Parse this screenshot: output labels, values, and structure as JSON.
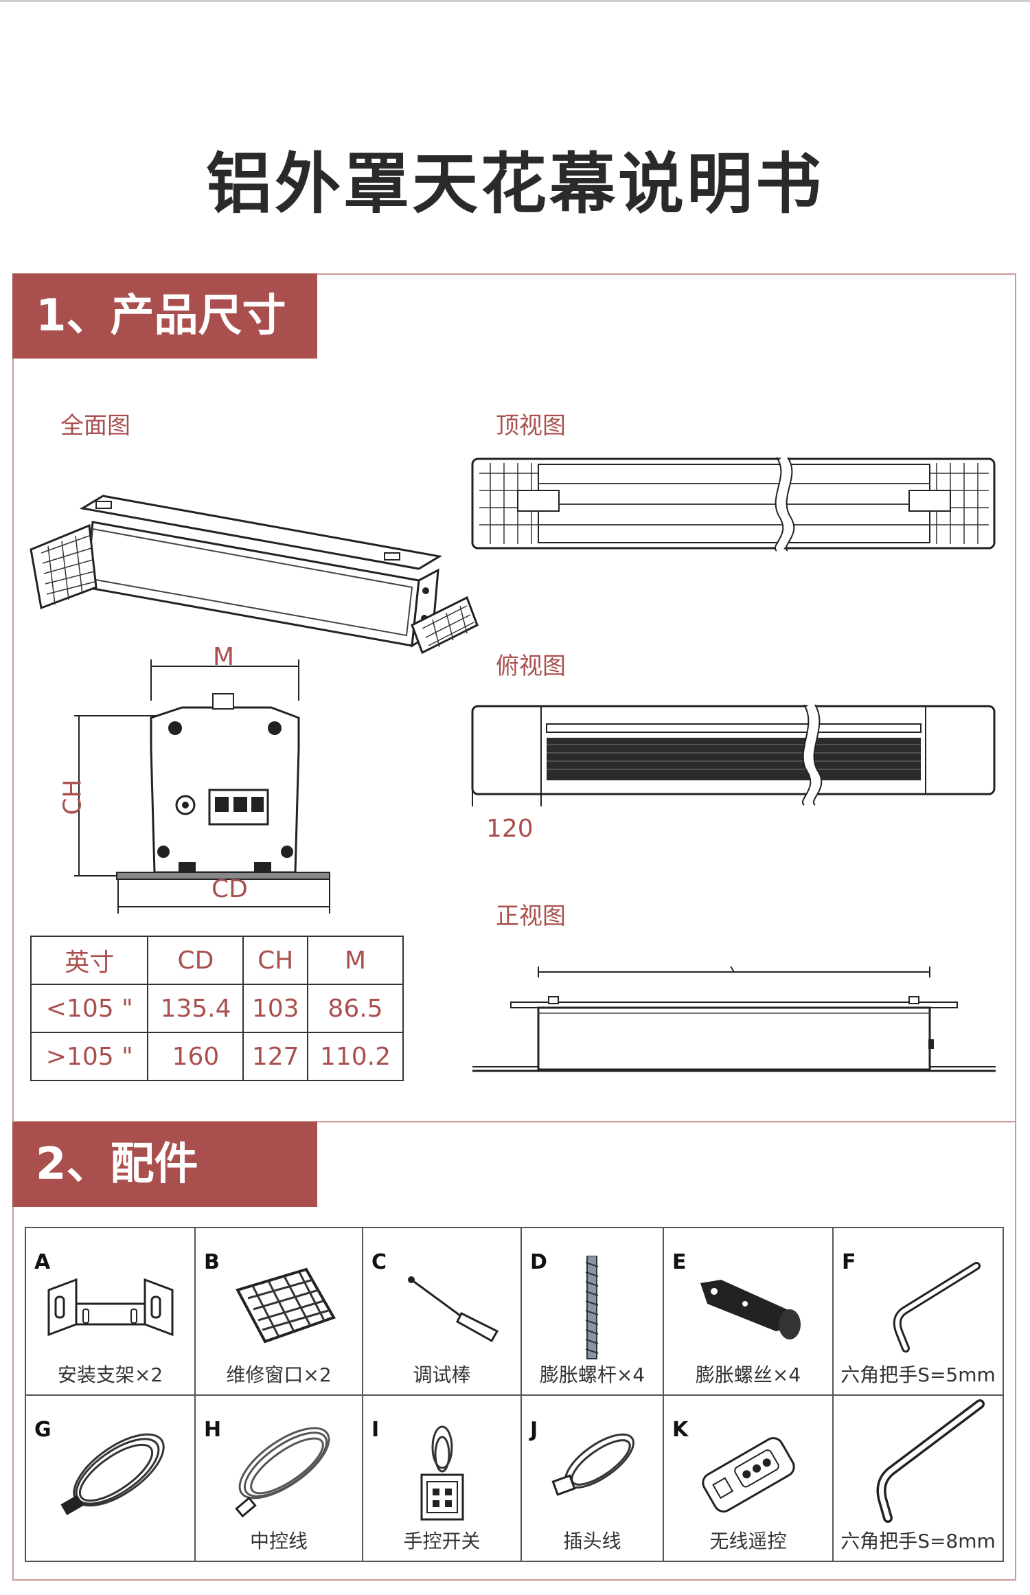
{
  "page": {
    "title": "铝外罩天花幕说明书"
  },
  "section1": {
    "heading": "1、产品尺寸",
    "views": {
      "full": "全面图",
      "top": "顶视图",
      "overhead": "俯视图",
      "front": "正视图"
    },
    "dims": {
      "m": "M",
      "ch": "CH",
      "cd": "CD",
      "width_120": "120"
    },
    "size_table": {
      "headers": [
        "英寸",
        "CD",
        "CH",
        "M"
      ],
      "rows": [
        [
          "<105 \"",
          "135.4",
          "103",
          "86.5"
        ],
        [
          ">105 \"",
          "160",
          "127",
          "110.2"
        ]
      ]
    }
  },
  "section2": {
    "heading": "2、配件",
    "items": [
      {
        "letter": "A",
        "name": "安装支架×2",
        "icon": "bracket-icon"
      },
      {
        "letter": "B",
        "name": "维修窗口×2",
        "icon": "service-window-icon"
      },
      {
        "letter": "C",
        "name": "调试棒",
        "icon": "adjust-stick-icon"
      },
      {
        "letter": "D",
        "name": "膨胀螺杆×4",
        "icon": "expansion-rod-icon"
      },
      {
        "letter": "E",
        "name": "膨胀螺丝×4",
        "icon": "expansion-screw-icon"
      },
      {
        "letter": "F",
        "name": "六角把手S=5mm",
        "icon": "hex-key-icon"
      },
      {
        "letter": "G",
        "name": "",
        "icon": "cable-icon"
      },
      {
        "letter": "H",
        "name": "中控线",
        "icon": "control-cable-icon"
      },
      {
        "letter": "I",
        "name": "手控开关",
        "icon": "hand-switch-icon"
      },
      {
        "letter": "J",
        "name": "插头线",
        "icon": "plug-cable-icon"
      },
      {
        "letter": "K",
        "name": "无线遥控",
        "icon": "remote-icon"
      },
      {
        "letter": "",
        "name": "六角把手S=8mm",
        "icon": "hex-key-large-icon"
      }
    ]
  }
}
